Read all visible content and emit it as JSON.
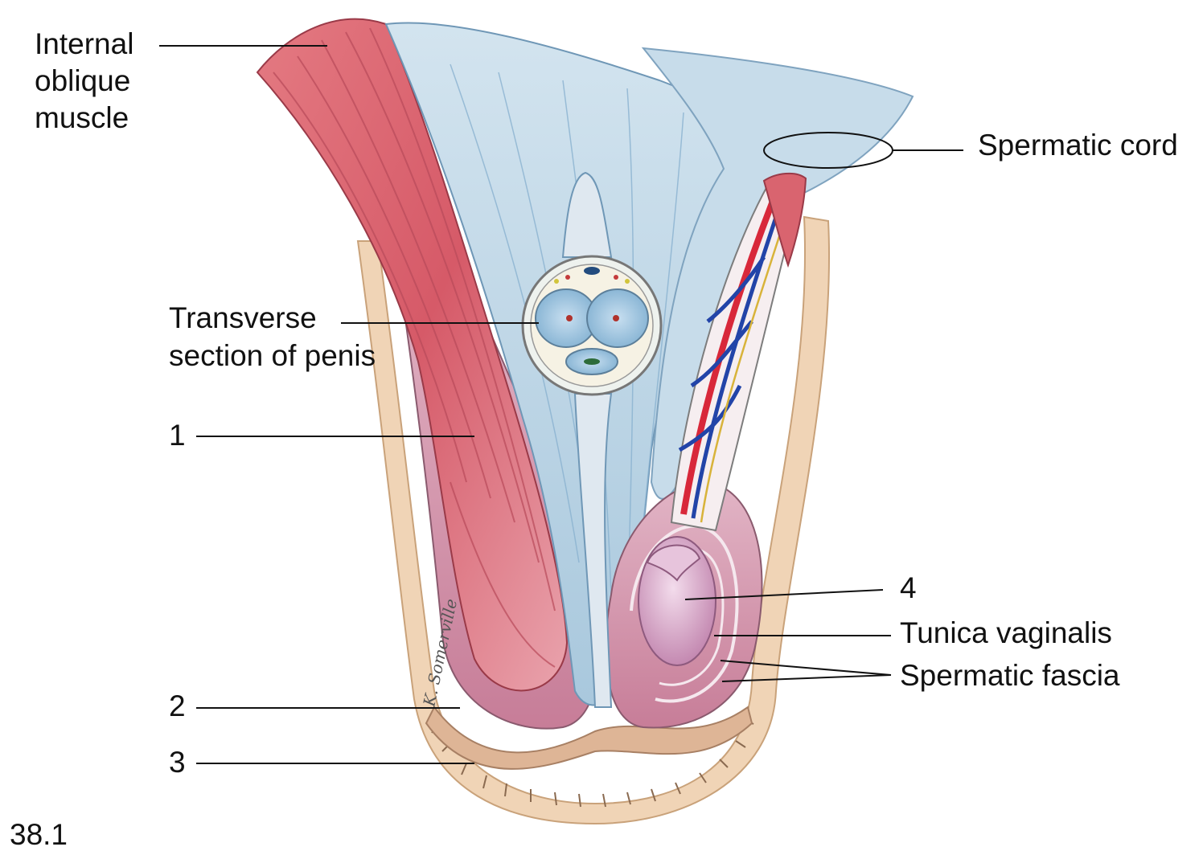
{
  "labels": {
    "internal_oblique": [
      "Internal",
      "oblique",
      "muscle"
    ],
    "spermatic_cord": "Spermatic cord",
    "transverse_section": [
      "Transverse",
      "section of penis"
    ],
    "one": "1",
    "two": "2",
    "three": "3",
    "four": "4",
    "tunica_vaginalis": "Tunica vaginalis",
    "spermatic_fascia": "Spermatic fascia"
  },
  "figure_number": "38.1",
  "signature": "K. Somerville",
  "colors": {
    "muscle": "#d9646f",
    "fascia": "#b9d4e6",
    "scrotal_wall": "#d79aac",
    "skin": "#e8c39c",
    "testis": "#d6a6c8",
    "artery": "#d8283a",
    "vein": "#2244a8",
    "leader_line": "#111111"
  }
}
